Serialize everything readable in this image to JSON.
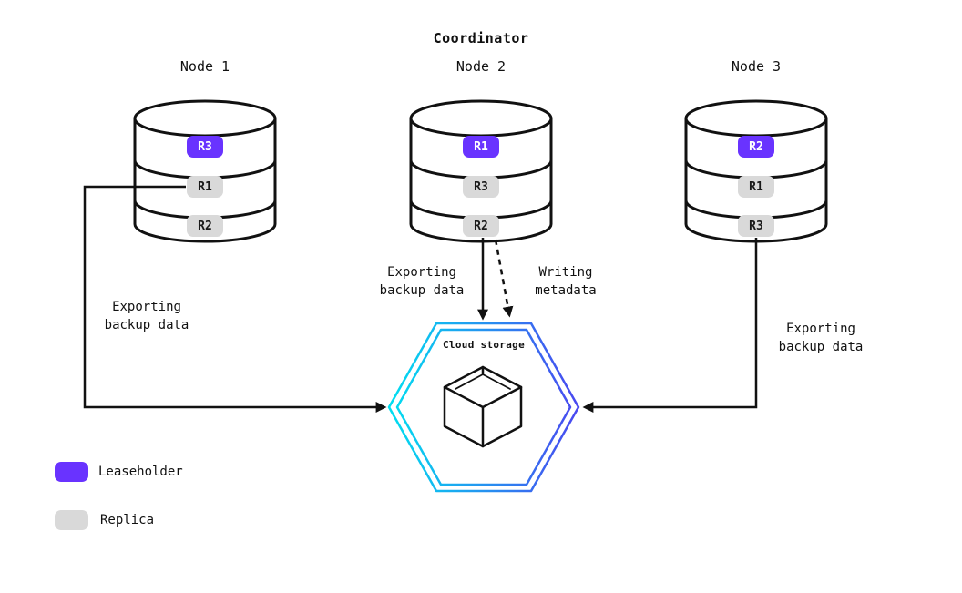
{
  "title": "Coordinator",
  "nodes": [
    {
      "label": "Node 1",
      "ranges": [
        {
          "id": "R3",
          "role": "leaseholder"
        },
        {
          "id": "R1",
          "role": "replica"
        },
        {
          "id": "R2",
          "role": "replica"
        }
      ]
    },
    {
      "label": "Node 2",
      "ranges": [
        {
          "id": "R1",
          "role": "leaseholder"
        },
        {
          "id": "R3",
          "role": "replica"
        },
        {
          "id": "R2",
          "role": "replica"
        }
      ]
    },
    {
      "label": "Node 3",
      "ranges": [
        {
          "id": "R2",
          "role": "leaseholder"
        },
        {
          "id": "R1",
          "role": "replica"
        },
        {
          "id": "R3",
          "role": "replica"
        }
      ]
    }
  ],
  "cloud_storage": {
    "label": "Cloud storage"
  },
  "edges": [
    {
      "from": "Node 1",
      "to": "Cloud storage",
      "style": "solid",
      "label": "Exporting\nbackup data"
    },
    {
      "from": "Node 2",
      "to": "Cloud storage",
      "style": "solid",
      "label": "Exporting\nbackup data"
    },
    {
      "from": "Node 2",
      "to": "Cloud storage",
      "style": "dashed",
      "label": "Writing\nmetadata"
    },
    {
      "from": "Node 3",
      "to": "Cloud storage",
      "style": "solid",
      "label": "Exporting\nbackup data"
    }
  ],
  "legend": [
    {
      "label": "Leaseholder",
      "color": "#6933ff"
    },
    {
      "label": "Replica",
      "color": "#d9d9d9"
    }
  ],
  "colors": {
    "leaseholder": "#6933ff",
    "replica": "#d9d9d9",
    "replica_text": "#1a1a1a",
    "line": "#111111",
    "hex_gradient_start": "#00dff0",
    "hex_gradient_end": "#4a47f0"
  }
}
